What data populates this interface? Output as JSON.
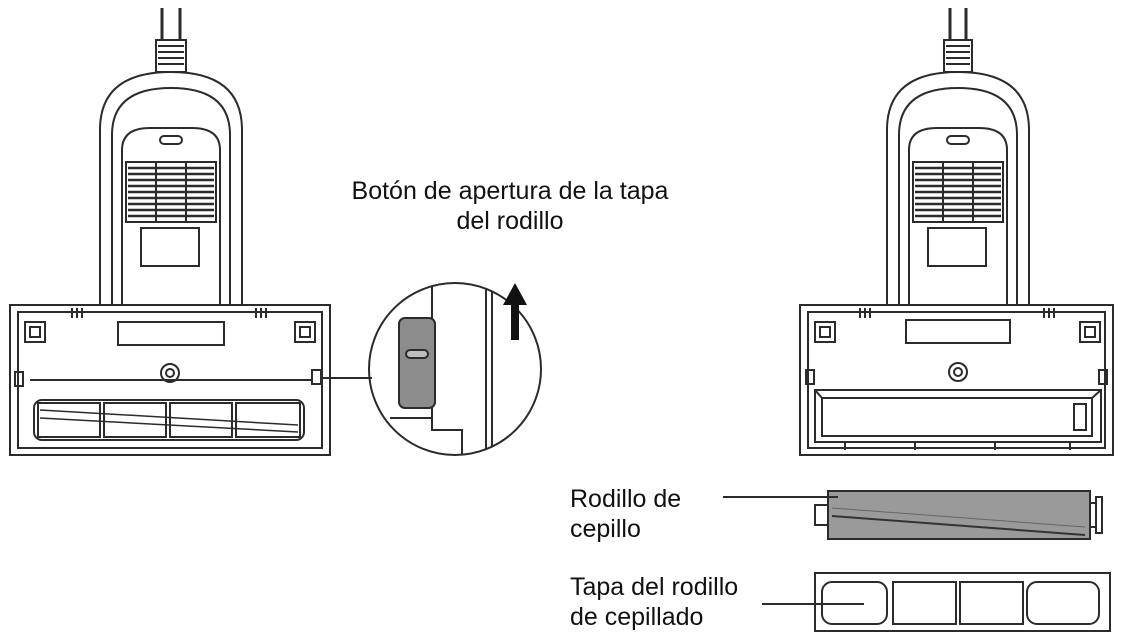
{
  "labels": {
    "cover_button": {
      "line1": "Botón de apertura de la tapa",
      "line2": "del rodillo"
    },
    "brush_roller": {
      "line1": "Rodillo de",
      "line2": "cepillo"
    },
    "roller_cover": {
      "line1": "Tapa del rodillo",
      "line2": "de cepillado"
    }
  },
  "colors": {
    "line": "#2b2b2b",
    "button_fill": "#8c8c8c",
    "roller_fill": "#9a9a9a",
    "background": "#ffffff"
  }
}
